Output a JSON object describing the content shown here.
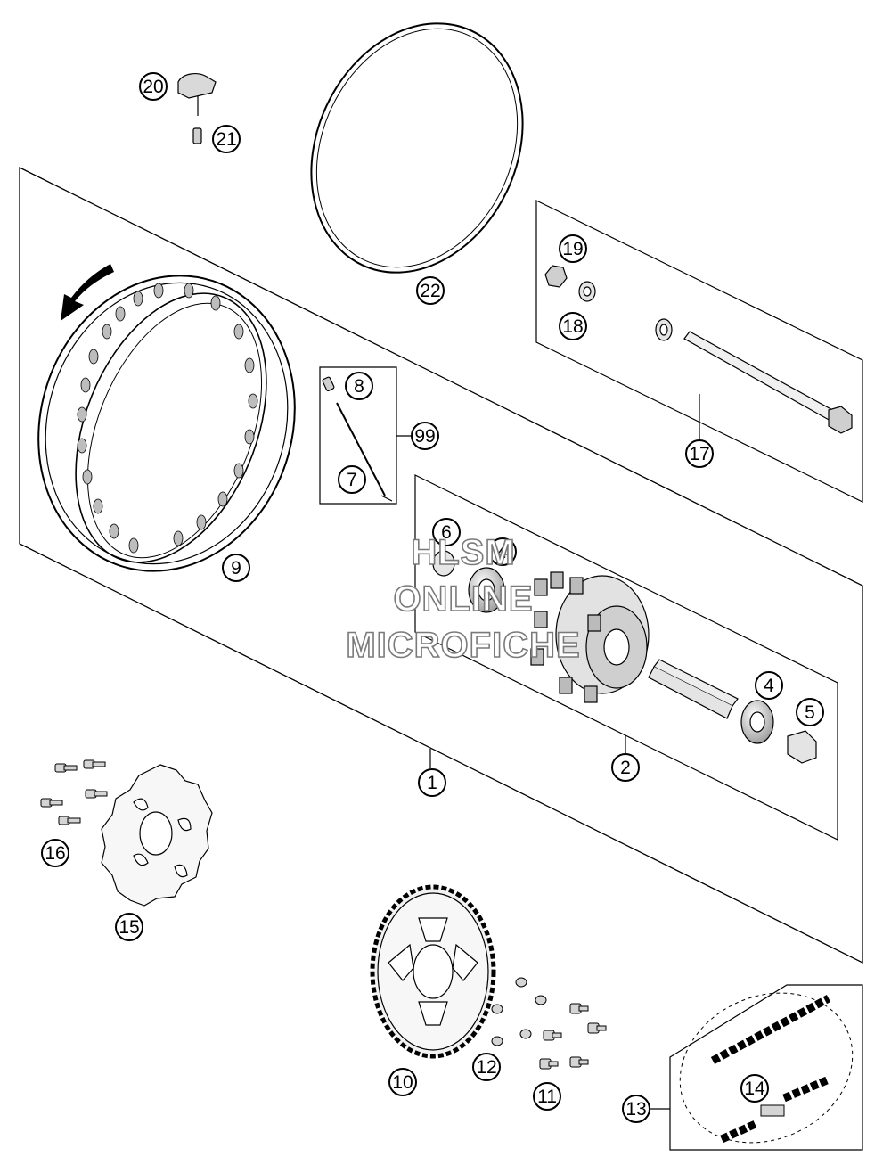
{
  "diagram": {
    "callouts": [
      "1",
      "2",
      "4",
      "4",
      "5",
      "6",
      "7",
      "8",
      "9",
      "10",
      "11",
      "12",
      "13",
      "14",
      "15",
      "16",
      "17",
      "18",
      "19",
      "20",
      "21",
      "22",
      "99"
    ]
  },
  "watermark": {
    "line1": "HLSM",
    "line2": "ONLINE",
    "line3": "MICROFICHE"
  },
  "colors": {
    "line": "#000000",
    "part_fill": "#e8e8e8",
    "watermark": "#7a7a7a"
  }
}
